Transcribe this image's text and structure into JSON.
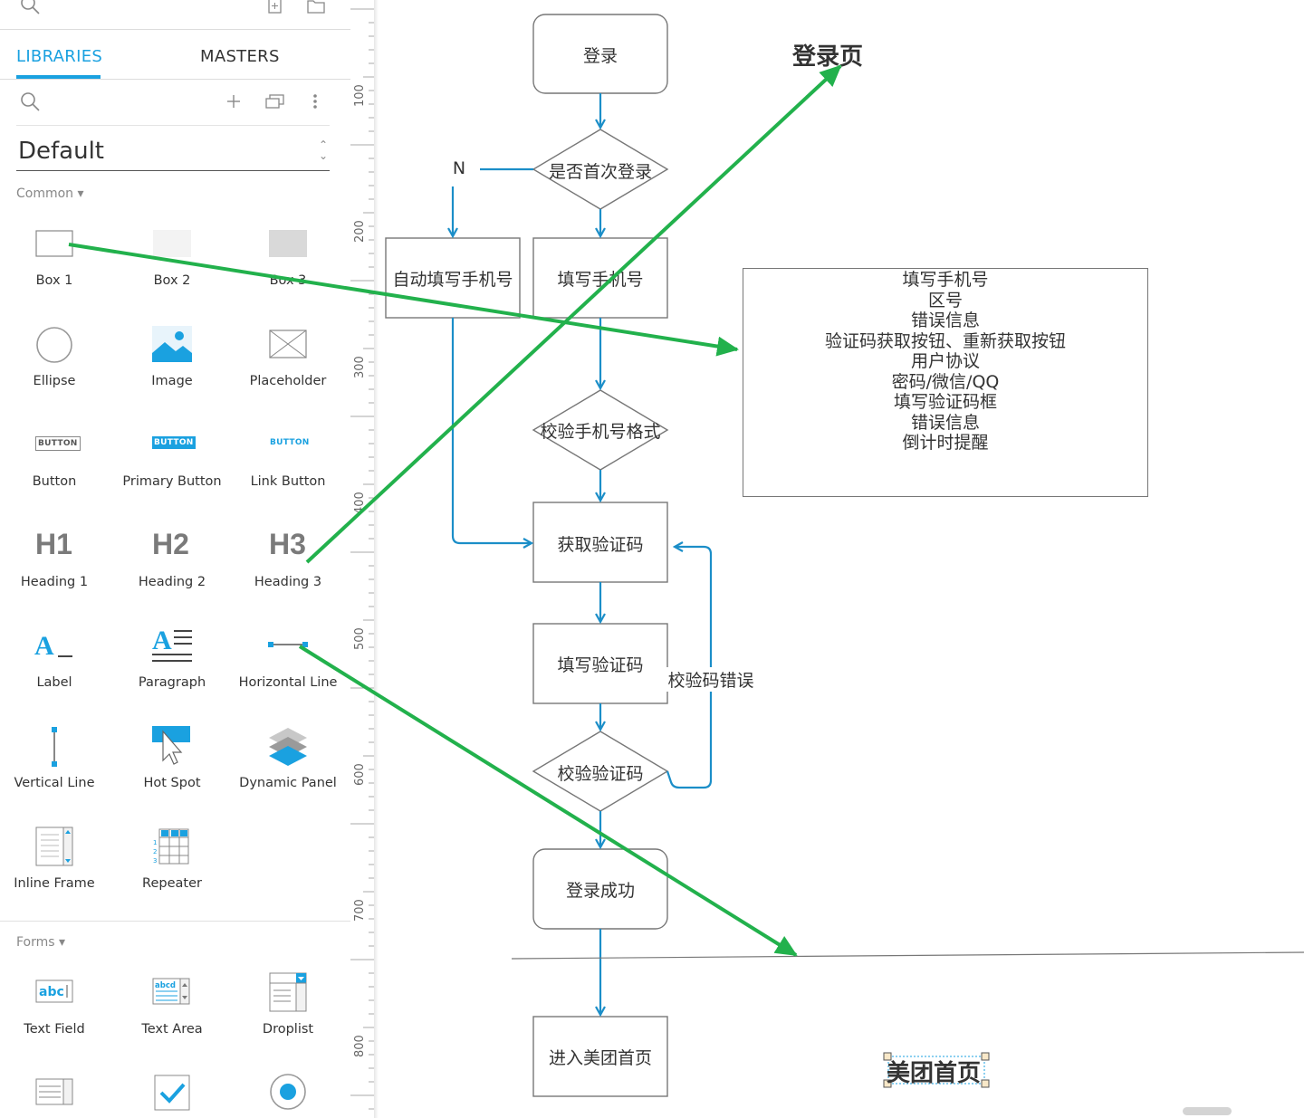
{
  "left_panel": {
    "tabs": [
      {
        "label": "LIBRARIES",
        "active": true
      },
      {
        "label": "MASTERS",
        "active": false
      }
    ],
    "library_select": {
      "value": "Default"
    },
    "sections": {
      "common": "Common ▾",
      "forms": "Forms ▾"
    },
    "widgets": {
      "box1": "Box 1",
      "box2": "Box 2",
      "box3": "Box 3",
      "ellipse": "Ellipse",
      "image": "Image",
      "placeholder": "Placeholder",
      "button": "Button",
      "primary_button": "Primary Button",
      "link_button": "Link Button",
      "heading1": "Heading 1",
      "heading2": "Heading 2",
      "heading3": "Heading 3",
      "label": "Label",
      "paragraph": "Paragraph",
      "horizontal_line": "Horizontal Line",
      "vertical_line": "Vertical Line",
      "hot_spot": "Hot Spot",
      "dynamic_panel": "Dynamic Panel",
      "inline_frame": "Inline Frame",
      "repeater": "Repeater",
      "text_field": "Text Field",
      "text_area": "Text Area",
      "droplist": "Droplist"
    },
    "glyphs": {
      "h1": "H1",
      "h2": "H2",
      "h3": "H3",
      "button_glyph": "BUTTON",
      "text_field_glyph": "abc",
      "text_area_glyph": "abcd"
    }
  },
  "ruler": {
    "labels": [
      "100",
      "200",
      "300",
      "400",
      "500",
      "600",
      "700",
      "800"
    ]
  },
  "flowchart": {
    "login": "登录",
    "first_login_q": "是否首次登录",
    "n_label": "N",
    "auto_fill_phone": "自动填写手机号",
    "fill_phone": "填写手机号",
    "check_phone_format": "校验手机号格式",
    "get_code": "获取验证码",
    "fill_code": "填写验证码",
    "code_error": "校验码错误",
    "check_code": "校验验证码",
    "login_success": "登录成功",
    "enter_home": "进入美团首页"
  },
  "annotations": {
    "login_page_title": "登录页",
    "meituan_home_title": "美团首页",
    "note_lines": [
      "填写手机号",
      "区号",
      "错误信息",
      "验证码获取按钮、重新获取按钮",
      "用户协议",
      "密码/微信/QQ",
      "填写验证码框",
      "错误信息",
      "倒计时提醒"
    ]
  },
  "colors": {
    "accent": "#1aa1e0",
    "flow_line": "#1b8ec8",
    "annotation_arrow": "#22b14c",
    "node_border": "#777777"
  }
}
